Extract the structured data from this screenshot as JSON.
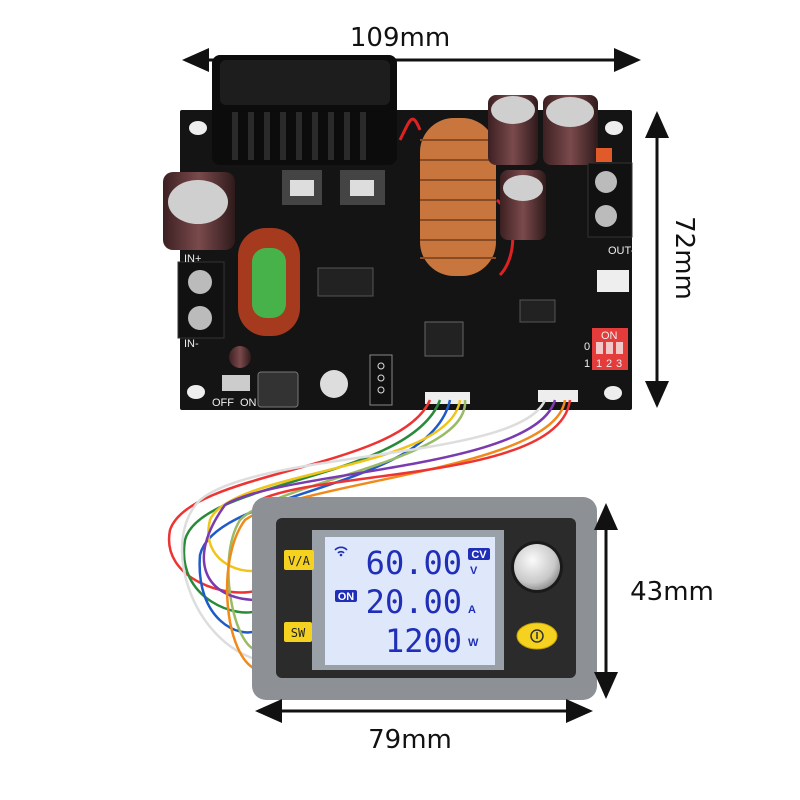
{
  "dimensions": {
    "board_width": "109mm",
    "board_height": "72mm",
    "display_height": "43mm",
    "display_width": "79mm"
  },
  "display": {
    "voltage": "60.00",
    "voltage_unit": "V",
    "mode_badge": "CV",
    "current": "20.00",
    "current_unit": "A",
    "power": "1200",
    "power_unit": "W",
    "output_badge": "ON",
    "button_va": "V/A",
    "button_sw": "SW"
  },
  "pcb_labels": {
    "in_plus": "IN+",
    "in_minus": "IN-",
    "out_minus": "OUT-",
    "off": "OFF",
    "on": "ON",
    "dip_on": "ON",
    "dip_1": "1",
    "dip_2": "2",
    "dip_3": "3",
    "dip_zero": "0",
    "dip_one": "1"
  },
  "colors": {
    "pcb": "#141414",
    "lcd_bg": "#dfe7fa",
    "lcd_text": "#1f2fb8",
    "button_yellow": "#f4d21f",
    "copper": "#c8763e",
    "housing": "#8d9196"
  }
}
